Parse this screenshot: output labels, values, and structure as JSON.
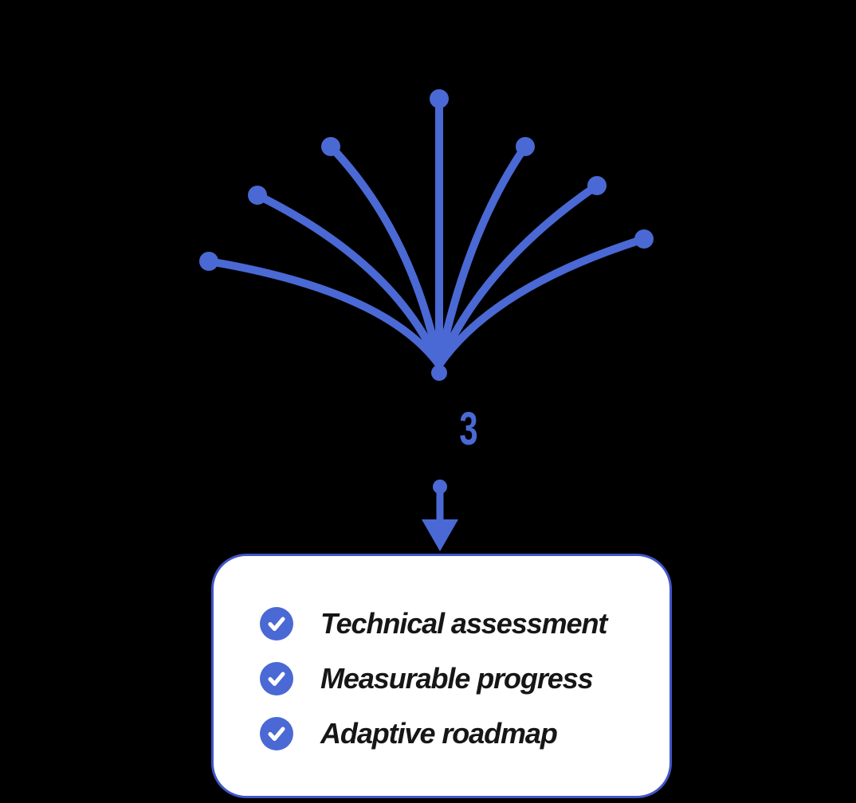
{
  "colors": {
    "accent": "#4a69d4",
    "box_border": "#4156c8",
    "box_background": "#ffffff",
    "text": "#161616",
    "background": "#000000",
    "check": "#ffffff"
  },
  "diagram": {
    "step_number": "3",
    "fan_branch_count": 7,
    "icons": {
      "fan_icon": "seven-curves-converging-to-point",
      "down_arrow_icon": "↓",
      "check_icon": "✓"
    }
  },
  "card": {
    "items": [
      {
        "label": "Technical assessment"
      },
      {
        "label": "Measurable progress"
      },
      {
        "label": "Adaptive roadmap"
      }
    ]
  }
}
